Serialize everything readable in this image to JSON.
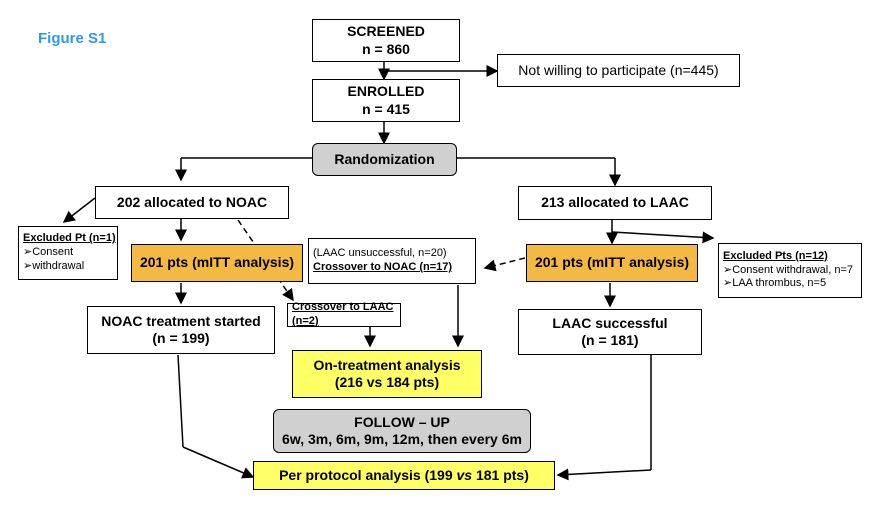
{
  "figure_label": "Figure S1",
  "screened": {
    "title": "SCREENED",
    "count": "n = 860"
  },
  "not_willing": "Not willing to participate (n=445)",
  "enrolled": {
    "title": "ENROLLED",
    "count": "n = 415"
  },
  "randomization": "Randomization",
  "noac_alloc": "202 allocated to NOAC",
  "laac_alloc": "213 allocated to LAAC",
  "excluded_left": {
    "title": "Excluded Pt (n=1)",
    "items": [
      "Consent",
      "withdrawal"
    ]
  },
  "mitt_left": "201 pts (mITT analysis)",
  "mitt_right": "201 pts (mITT analysis)",
  "crossover_noac": {
    "line1": "(LAAC unsuccessful, n=20)",
    "line2": "Crossover to NOAC (n=17)"
  },
  "excluded_right": {
    "title": "Excluded Pts (n=12)",
    "items": [
      "Consent withdrawal, n=7",
      "LAA thrombus, n=5"
    ]
  },
  "noac_started": {
    "line1": "NOAC treatment started",
    "line2": "(n = 199)"
  },
  "crossover_laac": "Crossover to LAAC (n=2)",
  "laac_success": {
    "line1": "LAAC successful",
    "line2": "(n = 181)"
  },
  "on_treatment": {
    "line1": "On-treatment analysis",
    "line2": "(216 vs 184 pts)"
  },
  "followup": {
    "line1": "FOLLOW – UP",
    "line2": "6w, 3m, 6m, 9m, 12m, then every 6m"
  },
  "per_protocol": {
    "pre": "Per protocol analysis (199 ",
    "vs": "vs",
    "post": " 181 pts)"
  }
}
